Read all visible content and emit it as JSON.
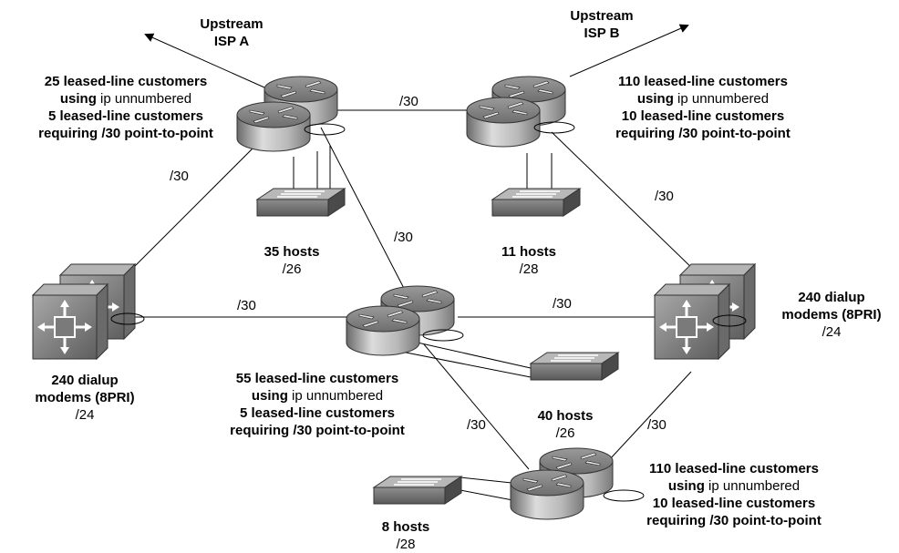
{
  "upstream": {
    "a": {
      "line1": "Upstream",
      "line2": "ISP A"
    },
    "b": {
      "line1": "Upstream",
      "line2": "ISP B"
    }
  },
  "sites": {
    "router_a": {
      "l1": "25 leased-line customers",
      "l2a": "using",
      "l2b": "ip unnumbered",
      "l3": "5 leased-line customers",
      "l4": "requiring /30 point-to-point"
    },
    "router_b": {
      "l1": "110 leased-line customers",
      "l2a": "using",
      "l2b": "ip unnumbered",
      "l3": "10 leased-line customers",
      "l4": "requiring /30 point-to-point"
    },
    "router_center": {
      "l1": "55 leased-line customers",
      "l2a": "using",
      "l2b": "ip unnumbered",
      "l3": "5 leased-line customers",
      "l4": "requiring /30 point-to-point"
    },
    "router_bottom": {
      "l1": "110 leased-line customers",
      "l2a": "using",
      "l2b": "ip unnumbered",
      "l3": "10 leased-line customers",
      "l4": "requiring /30 point-to-point"
    }
  },
  "hosts": {
    "h35": {
      "count": "35 hosts",
      "prefix": "/26"
    },
    "h11": {
      "count": "11 hosts",
      "prefix": "/28"
    },
    "h40": {
      "count": "40 hosts",
      "prefix": "/26"
    },
    "h8": {
      "count": "8 hosts",
      "prefix": "/28"
    }
  },
  "dialup": {
    "left": {
      "l1": "240 dialup",
      "l2": "modems (8PRI)",
      "prefix": "/24"
    },
    "right": {
      "l1": "240 dialup",
      "l2": "modems (8PRI)",
      "prefix": "/24"
    }
  },
  "links": {
    "ab": "/30",
    "a_dial": "/30",
    "a_center": "/30",
    "b_dial": "/30",
    "dial_center_left": "/30",
    "dial_center_right": "/30",
    "center_bottom": "/30",
    "dial_bottom": "/30"
  }
}
